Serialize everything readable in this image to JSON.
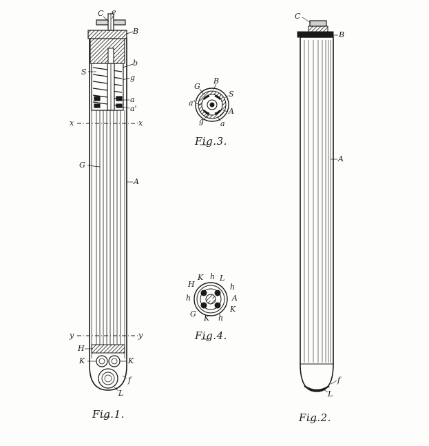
{
  "figures": {
    "fig1": {
      "caption": "Fig.1.",
      "labels": {
        "C": "C",
        "e": "e",
        "B": "B",
        "S": "S",
        "b": "b",
        "g": "g",
        "a": "a",
        "a_prime": "a'",
        "x_left": "x",
        "x_right": "x",
        "G": "G",
        "A": "A",
        "y_left": "y",
        "y_right": "y",
        "H": "H",
        "K_left": "K",
        "K_right": "K",
        "f": "f",
        "L": "L"
      }
    },
    "fig2": {
      "caption": "Fig.2.",
      "labels": {
        "C": "C",
        "B": "B",
        "A": "A",
        "f": "f",
        "L": "L"
      }
    },
    "fig3": {
      "caption": "Fig.3.",
      "labels": {
        "G": "G",
        "B": "B",
        "S": "S",
        "a_prime": "a'",
        "A": "A",
        "g": "g",
        "a": "a"
      }
    },
    "fig4": {
      "caption": "Fig.4.",
      "labels": {
        "K_top": "K",
        "h_top": "h",
        "L": "L",
        "H": "H",
        "h_right": "h",
        "h_left": "h",
        "A": "A",
        "G": "G",
        "K_bottom": "K",
        "h_bottom": "h",
        "K_right": "K"
      }
    }
  },
  "colors": {
    "ink": "#1a1a1a",
    "paper": "#fdfdfb"
  }
}
